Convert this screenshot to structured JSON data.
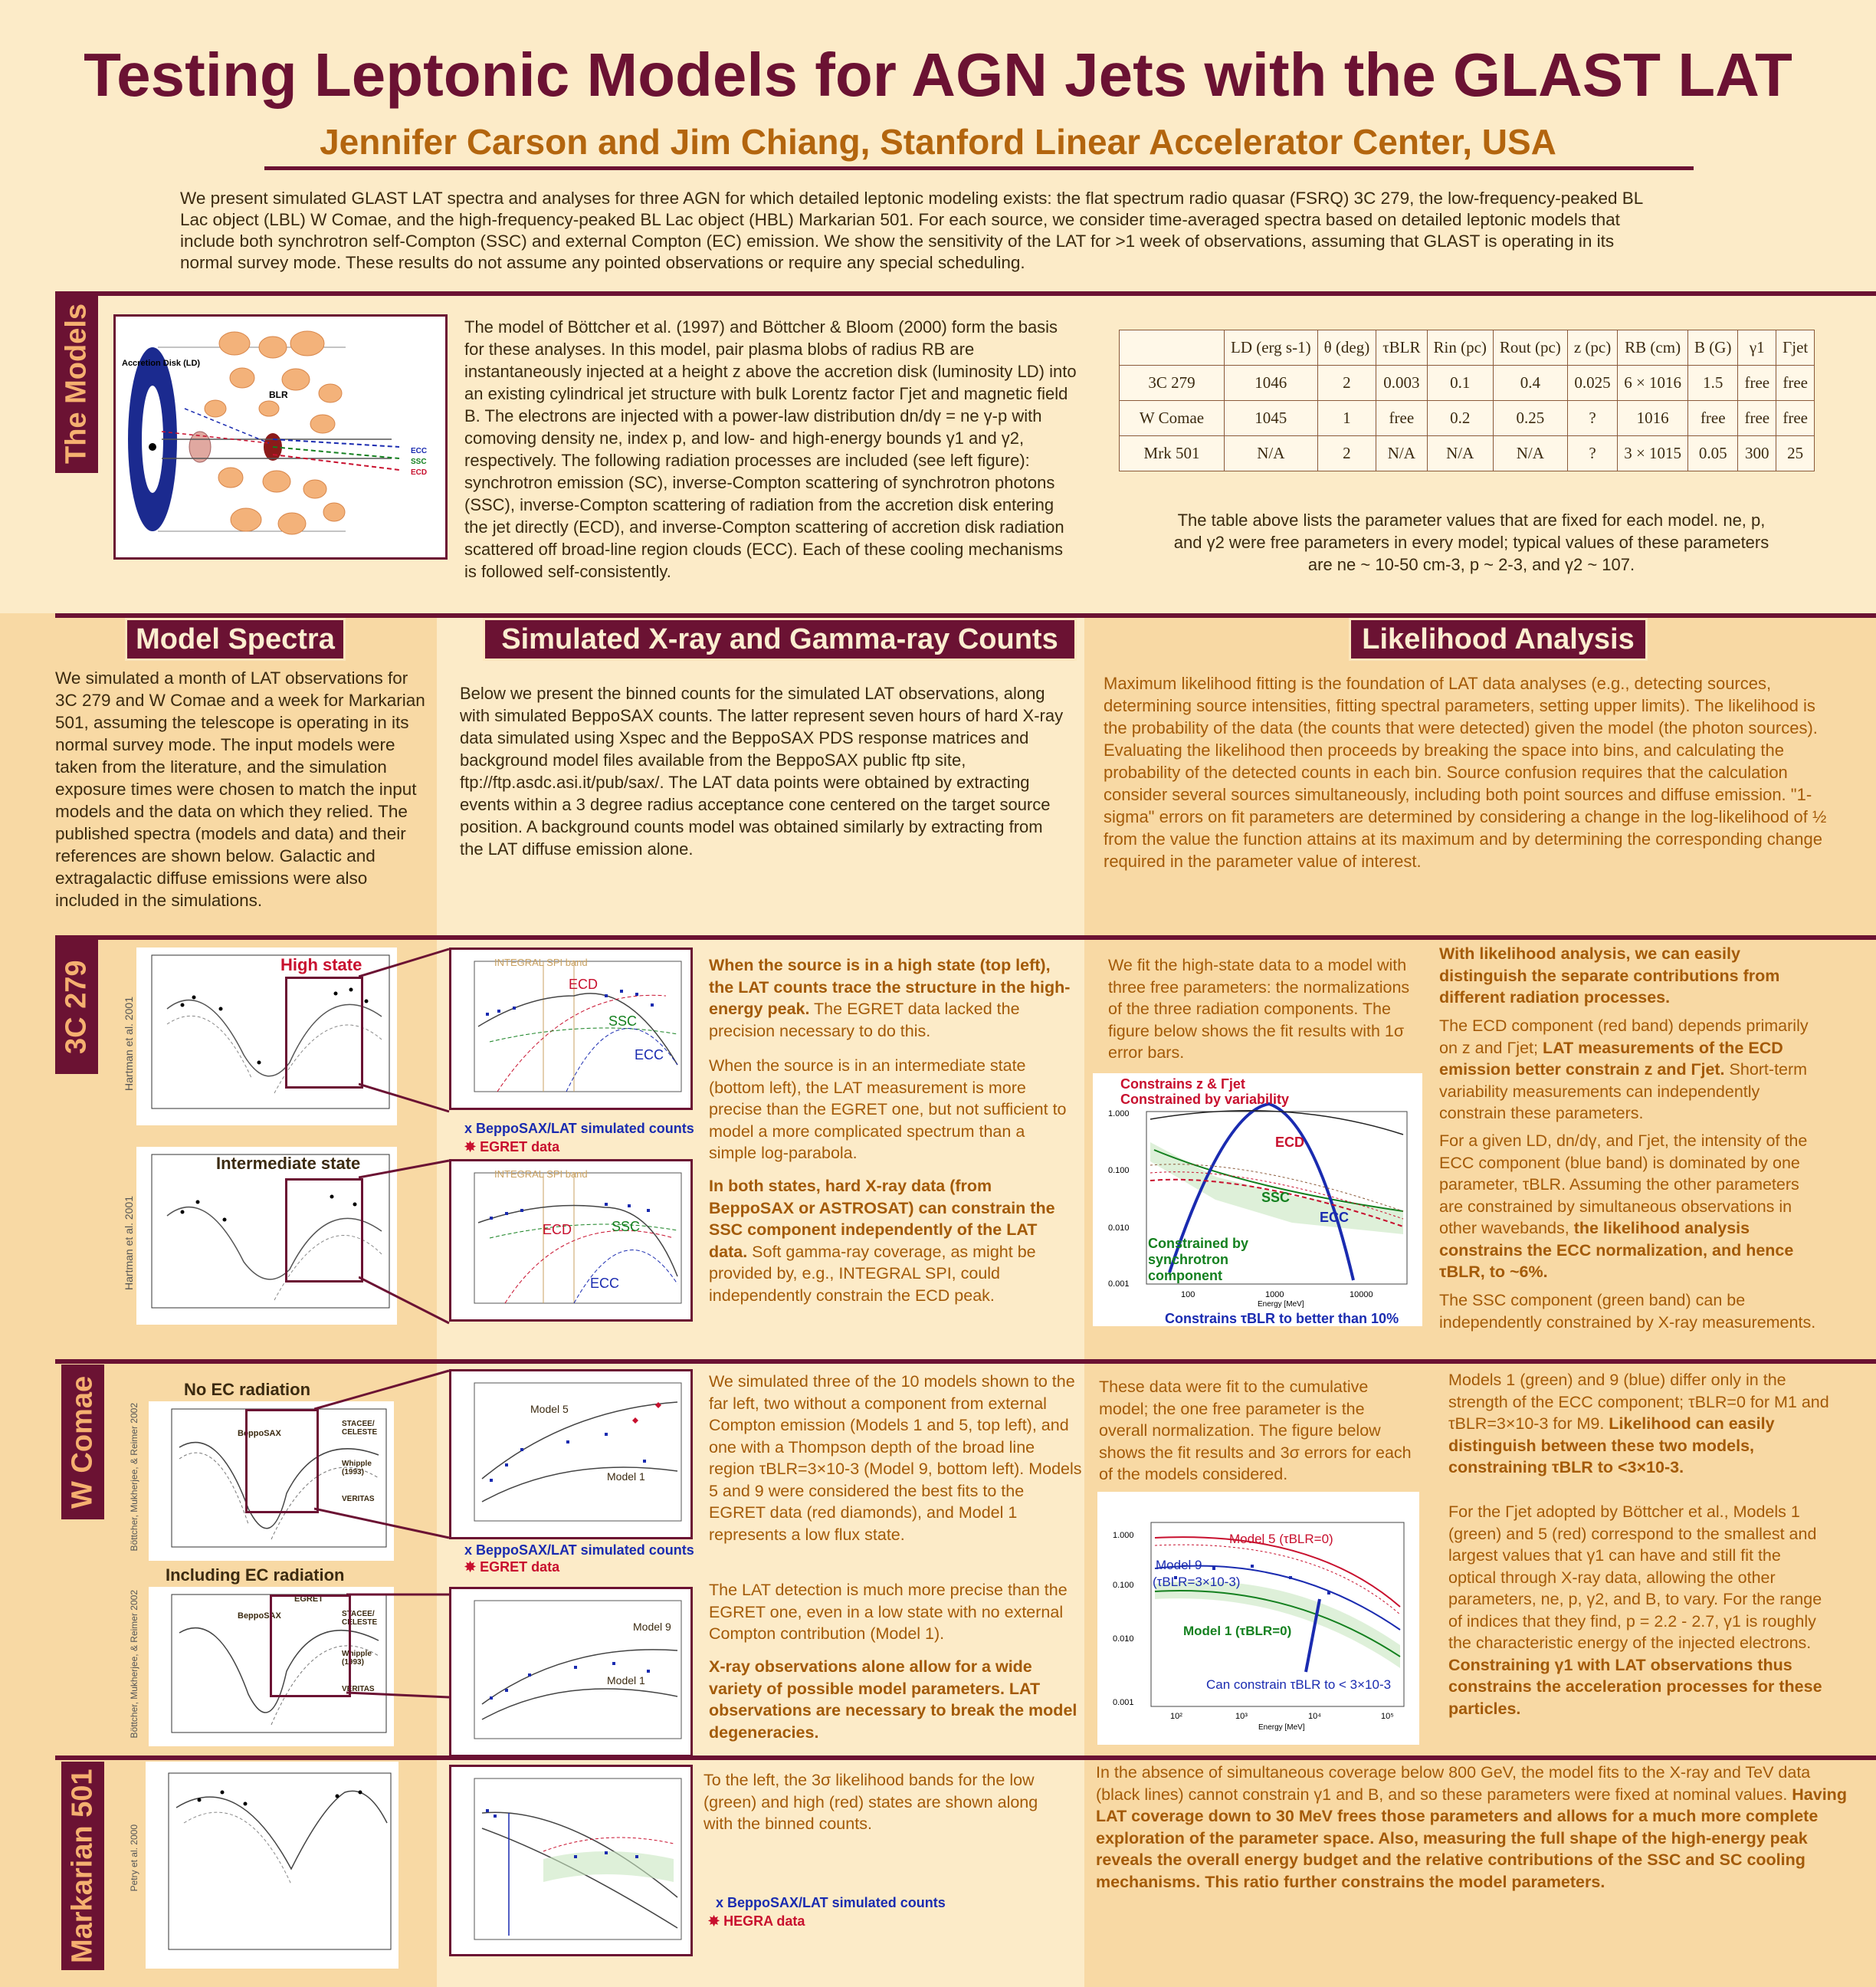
{
  "title": "Testing Leptonic Models for AGN Jets with the GLAST LAT",
  "authors": "Jennifer Carson and Jim Chiang, Stanford Linear Accelerator Center, USA",
  "abstract": "We present simulated GLAST LAT spectra and analyses for three AGN for which detailed leptonic modeling exists: the flat spectrum radio quasar (FSRQ) 3C 279, the low-frequency-peaked BL Lac object (LBL) W Comae, and the high-frequency-peaked BL Lac object (HBL) Markarian 501. For each source, we consider time-averaged spectra based on detailed leptonic models that include both synchrotron self-Compton (SSC) and external Compton (EC) emission. We show the sensitivity of the LAT for >1 week of observations, assuming that GLAST is operating in its normal survey mode. These results do not assume any pointed observations or require any special scheduling.",
  "models": {
    "tab": "The Models",
    "text": "The model of Böttcher et al. (1997) and Böttcher & Bloom (2000) form the basis for these analyses. In this model, pair plasma blobs of radius RB are instantaneously injected at a height z above the accretion disk (luminosity LD) into an existing cylindrical jet structure with bulk Lorentz factor Γjet and magnetic field B. The electrons are injected with a power-law distribution dn/dγ = ne γ-p with comoving density ne, index p, and low- and high-energy bounds γ1 and γ2, respectively. The following radiation processes are included (see left figure): synchrotron emission (SC), inverse-Compton scattering of synchrotron photons (SSC), inverse-Compton scattering of radiation from the accretion disk entering the jet directly (ECD), and inverse-Compton scattering of accretion disk radiation scattered off broad-line region clouds (ECC). Each of these cooling mechanisms is followed self-consistently.",
    "diagram_labels": [
      "Accretion Disk (LD)",
      "BLR",
      "ECC",
      "SSC",
      "ECD"
    ],
    "table_caption": "The table above lists the parameter values that are fixed for each model. ne, p, and γ2 were free parameters in every model; typical values of these parameters are ne ~ 10-50 cm-3, p ~ 2-3, and γ2 ~ 107."
  },
  "param_table": {
    "headers": [
      "LD (erg s-1)",
      "θ (deg)",
      "τBLR",
      "Rin (pc)",
      "Rout (pc)",
      "z (pc)",
      "RB (cm)",
      "B (G)",
      "γ1",
      "Γjet"
    ],
    "rows": [
      {
        "name": "3C 279",
        "cells": [
          "1046",
          "2",
          "0.003",
          "0.1",
          "0.4",
          "0.025",
          "6 × 1016",
          "1.5",
          "free",
          "free"
        ]
      },
      {
        "name": "W Comae",
        "cells": [
          "1045",
          "1",
          "free",
          "0.2",
          "0.25",
          "?",
          "1016",
          "free",
          "free",
          "free"
        ]
      },
      {
        "name": "Mrk 501",
        "cells": [
          "N/A",
          "2",
          "N/A",
          "N/A",
          "N/A",
          "?",
          "3 × 1015",
          "0.05",
          "300",
          "25"
        ]
      }
    ]
  },
  "sections": {
    "spectra": "Model Spectra",
    "counts": "Simulated X-ray and Gamma-ray Counts",
    "likelihood": "Likelihood Analysis"
  },
  "spectra_text": "We simulated a month of LAT observations for 3C 279 and W Comae and a week for Markarian 501, assuming the telescope is operating in its normal survey mode. The input models were taken from the literature, and the simulation exposure times were chosen to match the input models and the data on which they relied. The published spectra (models and data) and their references are shown below. Galactic and extragalactic diffuse emissions were also included in the simulations.",
  "counts_text": "Below we present the binned counts for the simulated LAT observations, along with simulated BeppoSAX counts. The latter represent seven hours of hard X-ray data simulated using Xspec and the BeppoSAX PDS response matrices and background model files available from the BeppoSAX public ftp site, ftp://ftp.asdc.asi.it/pub/sax/. The LAT data points were obtained by extracting events within a 3 degree radius acceptance cone centered on the target source position. A background counts model was obtained similarly by extracting from the LAT diffuse emission alone.",
  "likelihood_text": "Maximum likelihood fitting is the foundation of LAT data analyses (e.g., detecting sources, determining source intensities, fitting spectral parameters, setting upper limits). The likelihood is the probability of the data (the counts that were detected) given the model (the photon sources). Evaluating the likelihood then proceeds by breaking the space into bins, and calculating the probability of the detected counts in each bin. Source confusion requires that the calculation consider several sources simultaneously, including both point sources and diffuse emission. \"1-sigma\" errors on fit parameters are determined by considering a change in the log-likelihood of ½ from the value the function attains at its maximum and by determining the corresponding change required in the parameter value of interest.",
  "c3c279": {
    "tab": "3C 279",
    "high_state": "High state",
    "int_state": "Intermediate state",
    "ref": "Hartman et al. 2001",
    "legend_sim": "x BeppoSAX/LAT simulated counts",
    "legend_egret": "✸ EGRET data",
    "curve_labels": [
      "ECD",
      "SSC",
      "ECC"
    ],
    "spi_band": "INTEGRAL SPI band",
    "text1": "When the source is in a high state (top left), the LAT counts trace the structure in the high-energy peak.",
    "text1b": " The EGRET data lacked the precision necessary to do this.",
    "text2": "When the source is in an intermediate state (bottom left), the LAT measurement is more precise than the EGRET one, but not sufficient to model a more complicated spectrum than a simple log-parabola.",
    "text3": "In both states, hard X-ray data (from BeppoSAX or ASTROSAT) can constrain the SSC component independently of the LAT data.",
    "text3b": " Soft gamma-ray coverage, as might be provided by, e.g., INTEGRAL SPI, could independently constrain the ECD peak.",
    "lik_text": "We fit the high-state data to a model with three free parameters: the normalizations of the three radiation components. The figure below shows the fit results with 1σ error bars.",
    "lik_fig": {
      "a1": "Constrains z & Γjet",
      "a2": "Constrained by variability",
      "ecd": "ECD",
      "ssc": "SSC",
      "ecc": "ECC",
      "a3": "Constrained by synchrotron component",
      "a4": "Constrains τBLR to better than 10%",
      "x_ticks": [
        "100",
        "1000",
        "10000"
      ],
      "y_ticks": [
        "1.000",
        "0.100",
        "0.010",
        "0.001"
      ],
      "xlabel": "Energy [MeV]"
    },
    "right1": "With likelihood analysis, we can easily distinguish the separate contributions from different radiation processes.",
    "right2a": "The ECD component (red band) depends primarily on z and Γjet; ",
    "right2b": "LAT measurements of the ECD emission better constrain z and Γjet.",
    "right2c": " Short-term variability measurements can independently constrain these parameters.",
    "right3a": "For a given LD, dn/dγ, and Γjet, the intensity of the ECC component (blue band) is dominated by one parameter, τBLR. Assuming the other parameters are constrained by simultaneous observations in other wavebands, ",
    "right3b": "the likelihood analysis constrains the ECC normalization, and hence τBLR, to ~6%.",
    "right4": "The SSC component (green band) can be independently constrained by X-ray measurements."
  },
  "wcomae": {
    "tab": "W Comae",
    "no_ec": "No EC radiation",
    "with_ec": "Including EC radiation",
    "ref": "Böttcher, Mukherjee, & Reimer 2002",
    "legend_sim": "x BeppoSAX/LAT simulated counts",
    "legend_egret": "✸ EGRET data",
    "model5": "Model 5",
    "model1": "Model 1",
    "model9": "Model 9",
    "inst_labels": [
      "BeppoSAX",
      "EGRET",
      "STACEE/ CELESTE",
      "Whipple (1993)",
      "VERITAS"
    ],
    "text1": "We simulated three of the 10 models shown to the far left, two without a component from external Compton emission (Models 1 and 5, top left), and one with a Thompson depth of the broad line region τBLR=3×10-3 (Model 9, bottom left). Models 5 and 9 were considered the best fits to the EGRET data (red diamonds), and Model 1 represents a low flux state.",
    "text2": "The LAT detection is much more precise than the EGRET one, even in a low state with no external Compton contribution (Model 1).",
    "text3": "X-ray observations alone allow for a wide variety of possible model parameters. LAT observations are necessary to break the model degeneracies.",
    "lik_text": "These data were fit to the cumulative model; the one free parameter is the overall normalization. The figure below shows the fit results and 3σ errors for each of the models considered.",
    "lik_fig": {
      "m5": "Model 5 (τBLR=0)",
      "m9a": "Model 9",
      "m9b": "(τBLR=3×10-3)",
      "m1": "Model 1 (τBLR=0)",
      "can": "Can constrain τBLR to < 3×10-3",
      "y_ticks": [
        "1.000",
        "0.100",
        "0.010",
        "0.001"
      ],
      "x_ticks": [
        "10²",
        "10³",
        "10⁴",
        "10⁵"
      ],
      "xlabel": "Energy [MeV]"
    },
    "right1a": "Models 1 (green) and 9 (blue) differ only in the strength of the ECC component; τBLR=0 for M1 and τBLR=3×10-3 for M9. ",
    "right1b": "Likelihood can easily distinguish between these two models, constraining τBLR to <3×10-3.",
    "right2a": "For the Γjet adopted by Böttcher et al., Models 1 (green) and 5 (red) correspond to the smallest and largest values that γ1 can have and still fit the optical through X-ray data, allowing the other parameters, ne, p, γ2, and B, to vary. For the range of indices that they find, p = 2.2 - 2.7, γ1 is roughly the characteristic energy of the injected electrons. ",
    "right2b": "Constraining γ1 with LAT observations thus constrains the acceleration processes for these particles."
  },
  "mrk501": {
    "tab": "Markarian 501",
    "ref": "Petry et al. 2000",
    "text1": "To the left, the 3σ likelihood bands for the low (green) and high (red) states are shown along with the binned counts.",
    "legend_sim": "x BeppoSAX/LAT simulated counts",
    "legend_hegra": "✸ HEGRA data",
    "right_a": "In the absence of simultaneous coverage below 800 GeV, the model fits to the X-ray and TeV data (black lines) cannot constrain γ1 and B, and so these parameters were fixed at nominal values. ",
    "right_b": "Having LAT coverage down to 30 MeV frees those parameters and allows for a much more complete exploration of the parameter space. Also, measuring the full shape of the high-energy peak reveals the overall energy budget and the relative contributions of the SSC and SC cooling mechanisms. This ratio further constrains the model parameters."
  },
  "colors": {
    "maroon": "#6b1233",
    "orange": "#a35a08",
    "bg": "#fcebc8",
    "panel": "#f8d9a4",
    "red": "#c8102e",
    "blue": "#1a2bb0",
    "green": "#14801f"
  }
}
